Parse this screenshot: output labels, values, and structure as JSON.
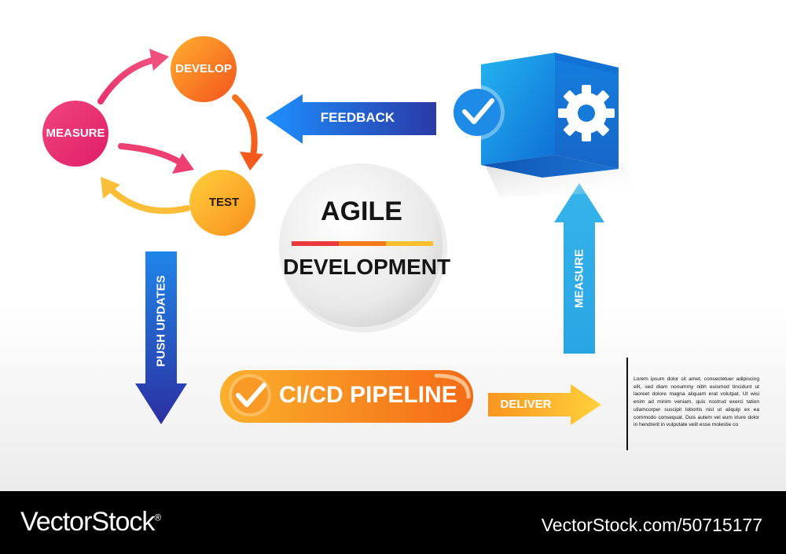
{
  "cycle": {
    "develop": "DEVELOP",
    "measure": "MEASURE",
    "test": "TEST"
  },
  "center": {
    "title_top": "AGILE",
    "title_bottom": "DEVELOPMENT"
  },
  "arrows": {
    "feedback": "FEEDBACK",
    "push_updates": "PUSH UPDATES",
    "measure": "MEASURE",
    "deliver": "DELIVER"
  },
  "pipeline": {
    "label": "CI/CD PIPELINE"
  },
  "description": "Lorem ipsum dolor sit amet, consectetuer adipiscing elit, sed diam nonummy nibh euismod tincidunt ut laoreet dolore magna aliquam erat volutpat. Ut wisi enim ad minim veniam, quis nostrud exerci tation ullamcorper suscipit lobortis nisl ut aliquip ex ea commodo consequat. Duis autem vel eum iriure dolor in hendrerit in vulputate velit esse molestie co",
  "footer": {
    "brand": "VectorStock",
    "registered": "®",
    "url": "VectorStock.com/50715177"
  },
  "colors": {
    "magenta": "#e8336f",
    "orange": "#f57a1c",
    "yellow": "#fbb630",
    "blue": "#1f7fe0",
    "navy": "#2b3aa8",
    "sky": "#2aa7e2"
  },
  "icons": [
    "check-icon",
    "gear-icon",
    "cube-icon"
  ]
}
